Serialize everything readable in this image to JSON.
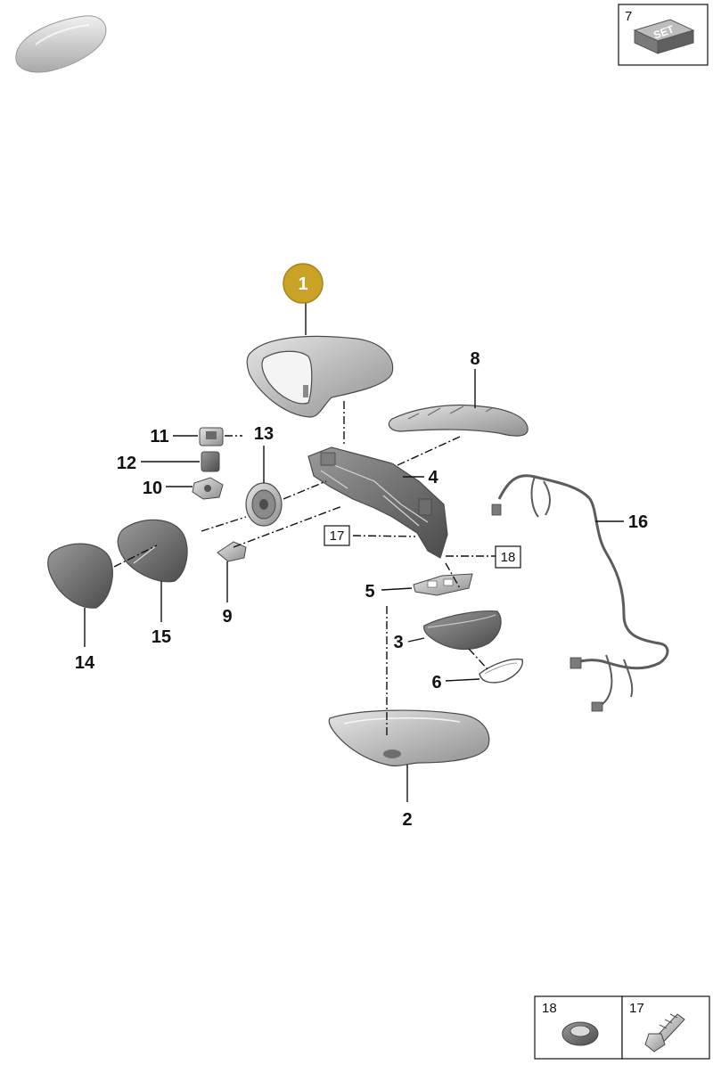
{
  "diagram": {
    "highlight_color": "#c9a227",
    "highlighted_part": "1",
    "callouts": {
      "p1": "1",
      "p2": "2",
      "p3": "3",
      "p4": "4",
      "p5": "5",
      "p6": "6",
      "p8": "8",
      "p9": "9",
      "p10": "10",
      "p11": "11",
      "p12": "12",
      "p13": "13",
      "p14": "14",
      "p15": "15",
      "p16": "16",
      "box17": "17",
      "box18": "18"
    },
    "set_box": {
      "number": "7",
      "badge": "SET"
    },
    "legend": {
      "left_number": "18",
      "right_number": "17"
    }
  }
}
